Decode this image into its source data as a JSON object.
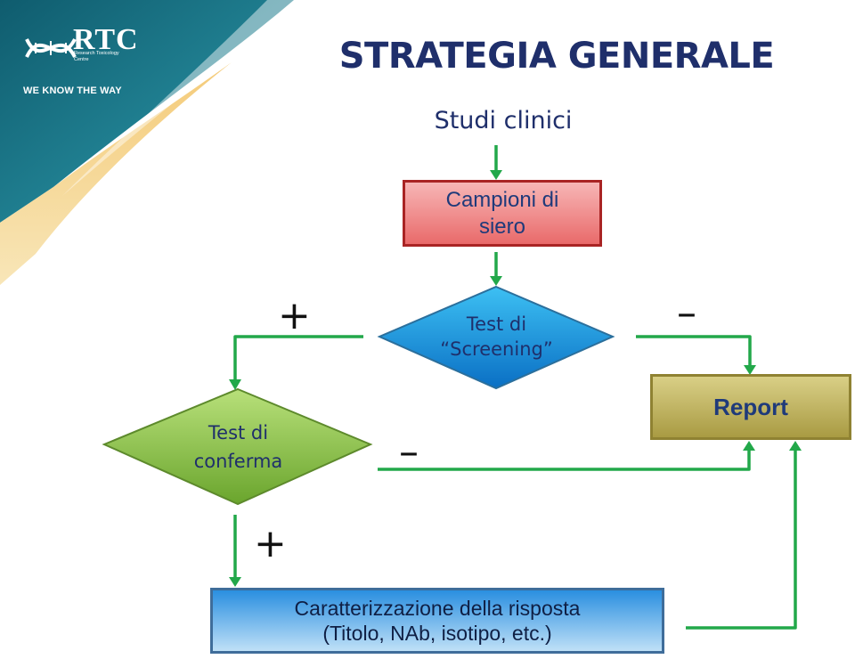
{
  "logo": {
    "name": "RTC",
    "subtitle": "Research Toxicology Centre",
    "tagline": "WE KNOW THE WAY"
  },
  "title": "STRATEGIA GENERALE",
  "subtitle": "Studi clinici",
  "nodes": {
    "campioni": {
      "line1": "Campioni di",
      "line2": "siero"
    },
    "screening": {
      "line1": "Test di",
      "line2": "“Screening”"
    },
    "conferma": {
      "line1": "Test di",
      "line2": "conferma"
    },
    "report": {
      "label": "Report"
    },
    "caratterizzazione": {
      "line1": "Caratterizzazione della risposta",
      "line2": "(Titolo, NAb, isotipo, etc.)"
    }
  },
  "signs": {
    "screening_positive": "+",
    "screening_negative": "–",
    "conferma_negative": "–",
    "conferma_positive": "+"
  },
  "colors": {
    "title": "#1f2f6b",
    "arrow": "#22a84a",
    "campioni_fill": "#ef8f8f",
    "screening_fill": "#1a9be0",
    "conferma_fill": "#8fc341",
    "report_fill": "#c8bc63",
    "caratterizzazione_fill": "#6db3ea"
  }
}
